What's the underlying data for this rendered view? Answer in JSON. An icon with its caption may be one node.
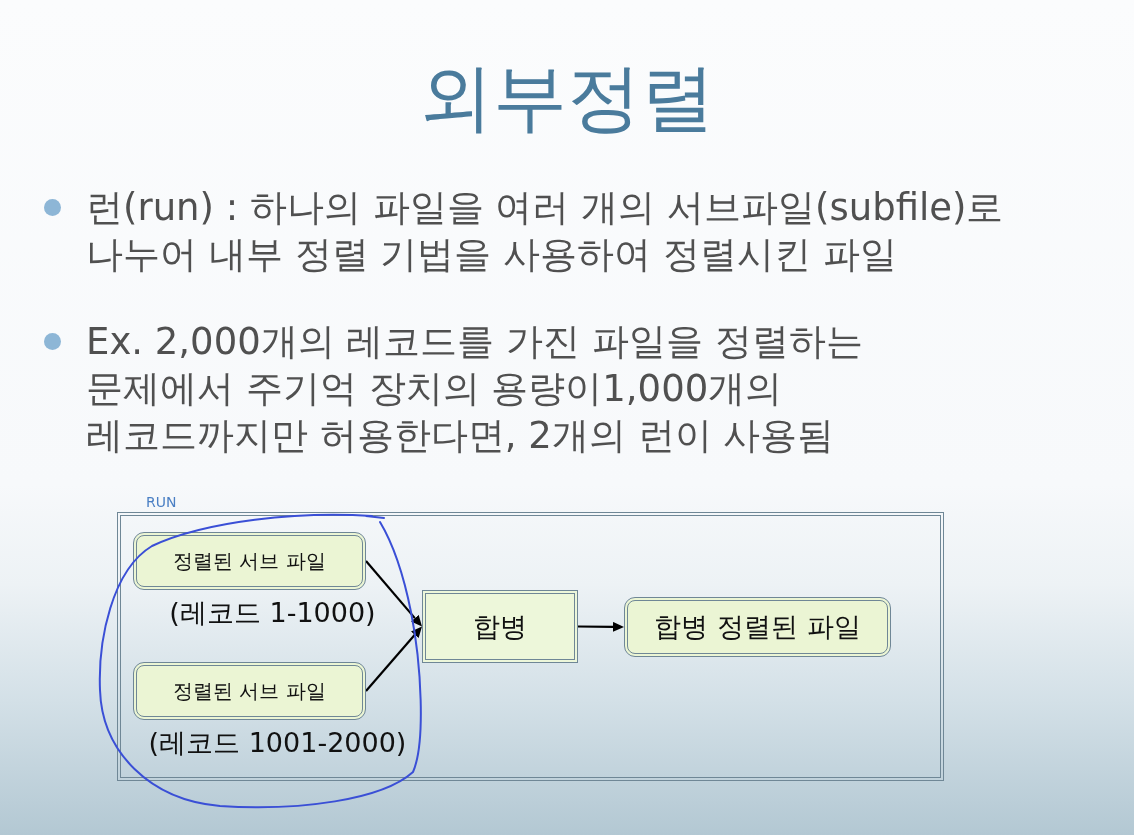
{
  "diagram": {
    "title": "외부정렬",
    "nodes": [
      {
        "text": [],
        "shape": "box"
      },
      {
        "text": [
          "정렬된 서브 파일"
        ],
        "beside": [
          "(레코드 1-1000)"
        ],
        "in": 0
      },
      {
        "text": [
          "정렬된 서브 파일"
        ],
        "beside": [
          "(레코드 1001-2000)"
        ],
        "in": 0
      },
      {
        "text": [
          "합병"
        ],
        "in": 0
      },
      {
        "text": [
          "합병 정렬된 파일"
        ],
        "in": 0
      }
    ],
    "edges": [
      {
        "from": 1,
        "to": 3,
        "arrow": "to"
      },
      {
        "from": 2,
        "to": 3,
        "arrow": "to"
      },
      {
        "from": 3,
        "to": 4,
        "arrow": "to"
      }
    ],
    "labels": [
      "런(run) : 하나의 파일을 여러 개의 서브파일(subfile)로 나누어 내부 정렬 기법을 사용하여 정렬시킨 파일",
      "Ex. 2,000개의 레코드를 가진 파일을 정렬하는 문제에서 주기억 장치의 용량이1,000개의 레코드까지만 허용한다면, 2개의 런이 사용됨",
      "RUN"
    ]
  }
}
